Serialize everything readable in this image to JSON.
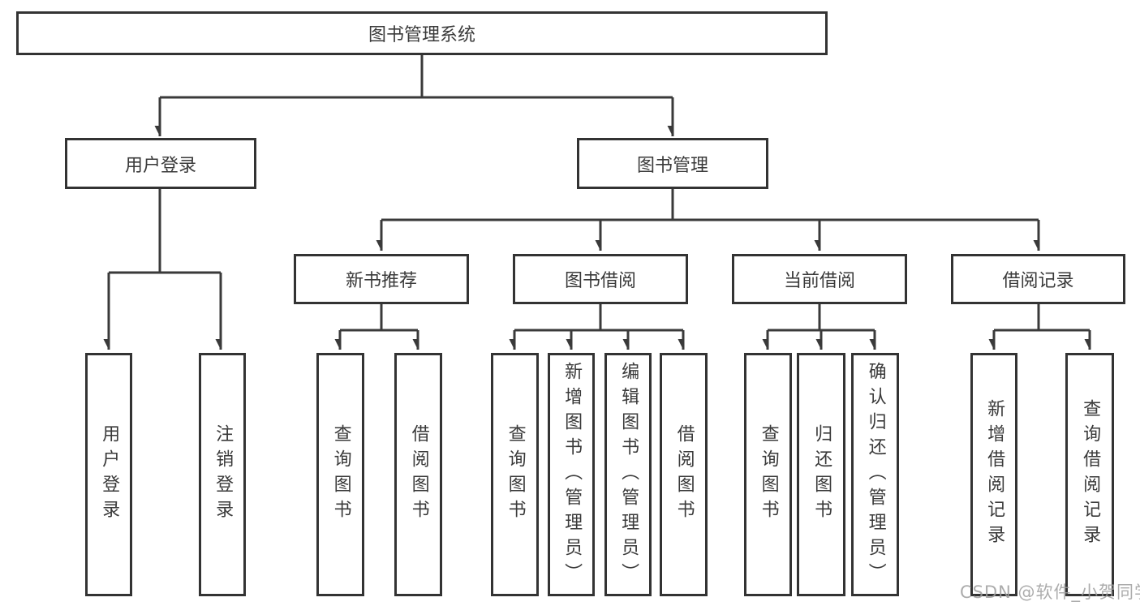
{
  "diagram": {
    "root": {
      "label": "图书管理系统"
    },
    "branches": [
      {
        "label": "用户登录",
        "children": [
          {
            "label": "用户登录"
          },
          {
            "label": "注销登录"
          }
        ]
      },
      {
        "label": "图书管理",
        "children": [
          {
            "label": "新书推荐",
            "children": [
              {
                "label": "查询图书"
              },
              {
                "label": "借阅图书"
              }
            ]
          },
          {
            "label": "图书借阅",
            "children": [
              {
                "label": "查询图书"
              },
              {
                "label": "新增图书（管理员）"
              },
              {
                "label": "编辑图书（管理员）"
              },
              {
                "label": "借阅图书"
              }
            ]
          },
          {
            "label": "当前借阅",
            "children": [
              {
                "label": "查询图书"
              },
              {
                "label": "归还图书"
              },
              {
                "label": "确认归还（管理员）"
              }
            ]
          },
          {
            "label": "借阅记录",
            "children": [
              {
                "label": "新增借阅记录"
              },
              {
                "label": "查询借阅记录"
              }
            ]
          }
        ]
      }
    ],
    "watermark": "CSDN @软件_小贺同学",
    "colors": {
      "line": "#3a3a3a",
      "box_border": "#333333",
      "text": "#3a3a3a",
      "background": "#ffffff",
      "watermark": "#9e9e9e"
    }
  }
}
